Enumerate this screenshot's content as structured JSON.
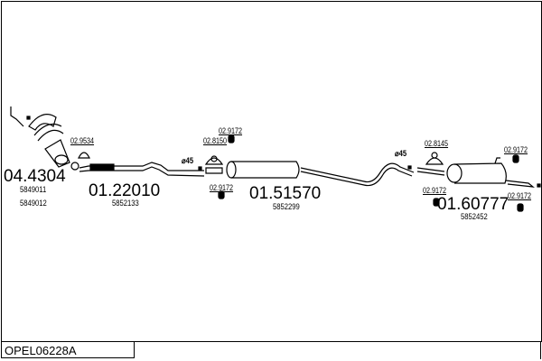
{
  "title": "OPEL06228A",
  "parts": [
    {
      "number": "04.4304",
      "refs": [
        "5849011",
        "5849012"
      ]
    },
    {
      "number": "01.22010",
      "refs": [
        "5852133"
      ]
    },
    {
      "number": "01.51570",
      "refs": [
        "5852299"
      ]
    },
    {
      "number": "01.60777",
      "refs": [
        "5852452"
      ]
    }
  ],
  "accessories": {
    "gasket_1": "02.9534",
    "clamp_1": "02.8150",
    "rubber_1": "02.9172",
    "rubber_2": "02.9172",
    "clamp_2": "02.8145",
    "rubber_3": "02.9172",
    "rubber_4": "02.9172",
    "rubber_5": "02.9172"
  },
  "diameters": {
    "d1": "⌀45",
    "d2": "⌀45"
  }
}
